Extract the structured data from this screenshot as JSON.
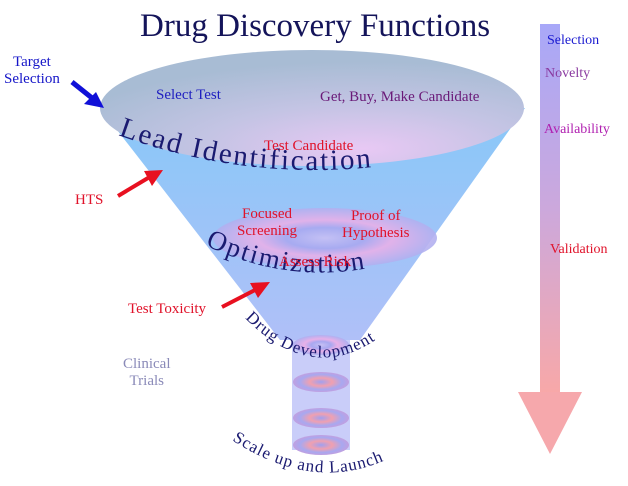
{
  "title": "Drug Discovery Functions",
  "left_labels": {
    "target_selection": [
      "Target",
      "Selection"
    ],
    "hts": "HTS",
    "test_toxicity": "Test Toxicity",
    "clinical_trials": [
      "Clinical",
      "Trials"
    ]
  },
  "funnel": {
    "top_disc": {
      "select_test": "Select Test",
      "get_buy_make": "Get, Buy, Make Candidate",
      "test_candidate": "Test Candidate"
    },
    "stage_labels": {
      "lead_identification": "Lead Identification",
      "optimization": "Optimization",
      "drug_development": "Drug Development",
      "scale_up": "Scale up and Launch"
    },
    "optimization_items": {
      "focused_screening": [
        "Focused",
        "Screening"
      ],
      "proof_of_hypothesis": [
        "Proof of",
        "Hypothesis"
      ],
      "assess_risk": "Assess Risk"
    }
  },
  "right_arrow": {
    "labels": [
      "Selection",
      "Novelty",
      "Availability",
      "Validation"
    ]
  },
  "colors": {
    "title": "#14145a",
    "funnel_blue": "#8ccaf8",
    "red_accent": "#e0122a",
    "blue_arrow": "#1010d8",
    "arrow_top": "#a8a8f8",
    "arrow_bottom": "#f8a8a8"
  }
}
